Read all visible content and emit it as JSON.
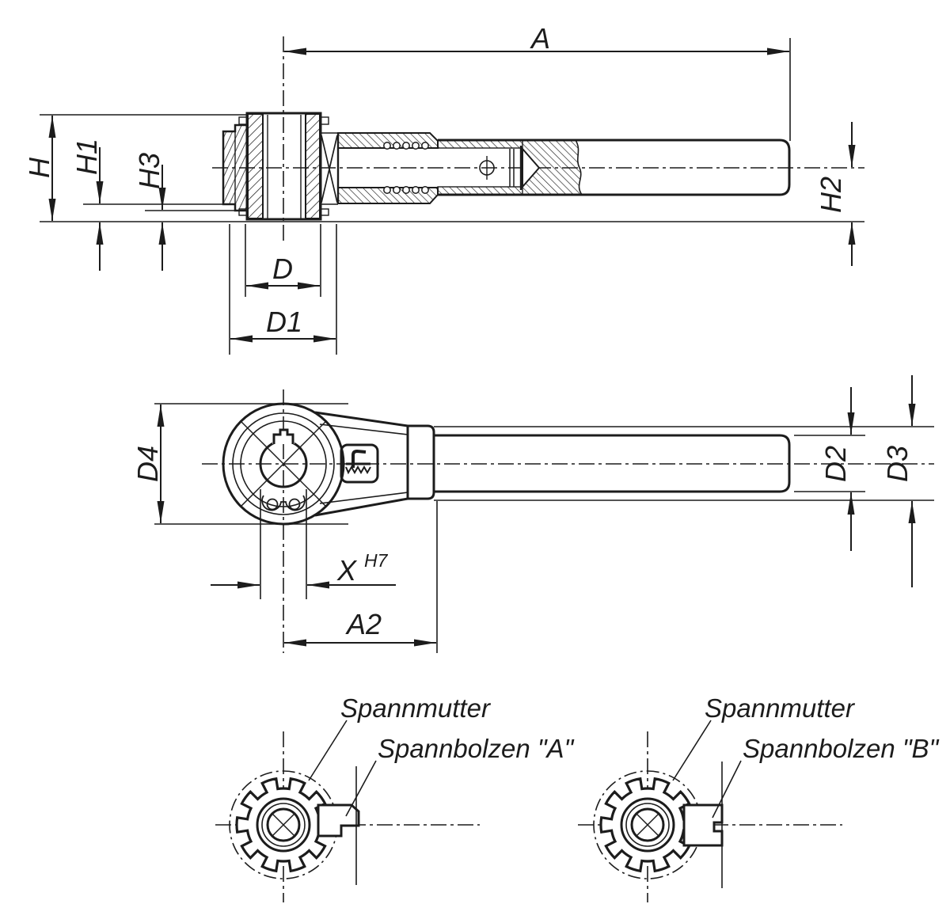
{
  "drawing": {
    "type": "technical-dimension-drawing",
    "background_color": "#ffffff",
    "line_color": "#1c1c1c",
    "labels": {
      "a": "A",
      "h": "H",
      "h1": "H1",
      "h2": "H2",
      "h3": "H3",
      "d": "D",
      "d1": "D1",
      "d2": "D2",
      "d3": "D3",
      "d4": "D4",
      "x": "X",
      "x_tol": "H7",
      "a2": "A2"
    },
    "details": {
      "left": {
        "nut": "Spannmutter",
        "bolt": "Spannbolzen \"A\""
      },
      "right": {
        "nut": "Spannmutter",
        "bolt": "Spannbolzen \"B\""
      }
    },
    "logo": "kipp-clamping-lever-logo"
  }
}
